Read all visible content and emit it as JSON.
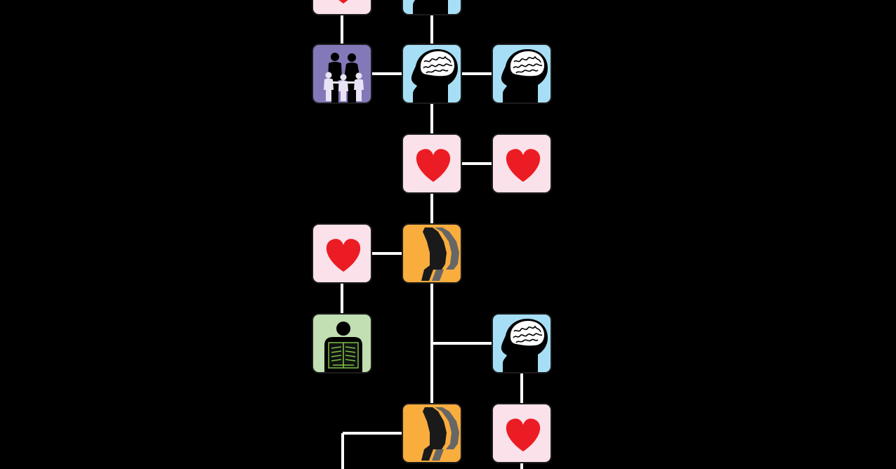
{
  "diagram": {
    "type": "icon-flow",
    "background": "#000000",
    "connector_color": "#ffffff",
    "node_types": {
      "heart": {
        "icon": "heart-icon",
        "bg": "#fbe1ea",
        "fg": "#ec1c24"
      },
      "brain": {
        "icon": "brain-head-icon",
        "bg": "#a6dff5",
        "fg": "#000000"
      },
      "family": {
        "icon": "family-icon",
        "bg": "#8479b8",
        "fg": "#000000"
      },
      "faces": {
        "icon": "face-profiles-icon",
        "bg": "#f8ad3d",
        "fg": "#000000"
      },
      "xray": {
        "icon": "xray-body-icon",
        "bg": "#c1dfb2",
        "fg": "#7ac143"
      }
    },
    "nodes": [
      {
        "id": "heart-top",
        "type": "heart"
      },
      {
        "id": "brain-top",
        "type": "brain"
      },
      {
        "id": "family-1",
        "type": "family"
      },
      {
        "id": "brain-1",
        "type": "brain"
      },
      {
        "id": "brain-2",
        "type": "brain"
      },
      {
        "id": "heart-1",
        "type": "heart"
      },
      {
        "id": "heart-2",
        "type": "heart"
      },
      {
        "id": "heart-3",
        "type": "heart"
      },
      {
        "id": "faces-1",
        "type": "faces"
      },
      {
        "id": "xray-1",
        "type": "xray"
      },
      {
        "id": "brain-3",
        "type": "brain"
      },
      {
        "id": "faces-2",
        "type": "faces"
      },
      {
        "id": "heart-4",
        "type": "heart"
      }
    ],
    "edges": [
      [
        "heart-top",
        "family-1"
      ],
      [
        "brain-top",
        "brain-1"
      ],
      [
        "family-1",
        "brain-1"
      ],
      [
        "brain-1",
        "brain-2"
      ],
      [
        "brain-1",
        "heart-1"
      ],
      [
        "heart-1",
        "heart-2"
      ],
      [
        "heart-1",
        "faces-1"
      ],
      [
        "heart-3",
        "faces-1"
      ],
      [
        "heart-3",
        "xray-1"
      ],
      [
        "faces-1",
        "faces-2"
      ],
      [
        "faces-1",
        "brain-3"
      ],
      [
        "brain-3",
        "heart-4"
      ]
    ]
  }
}
